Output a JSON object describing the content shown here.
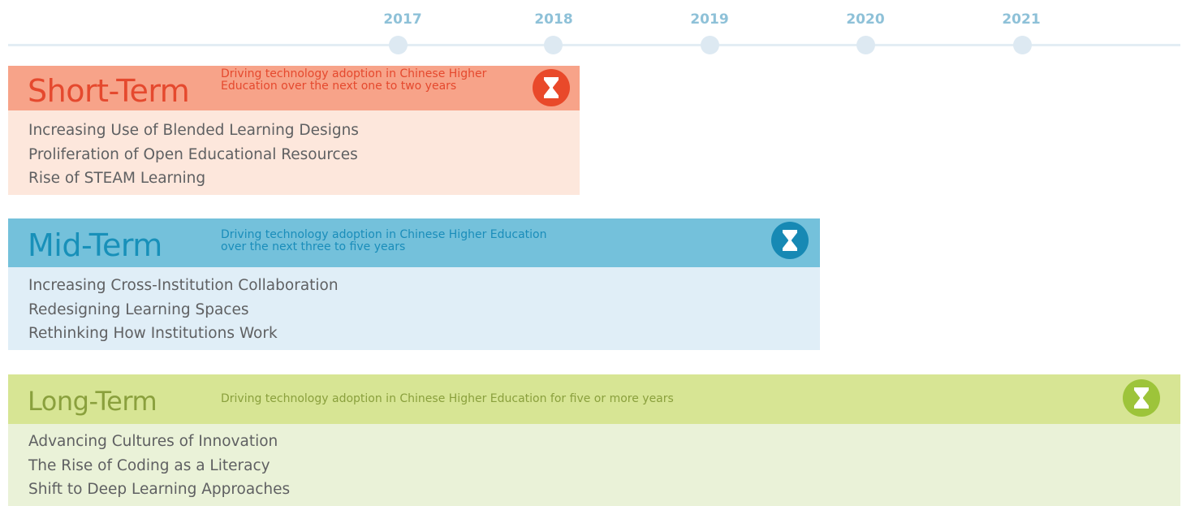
{
  "timeline": {
    "years": [
      "2017",
      "2018",
      "2019",
      "2020",
      "2021"
    ]
  },
  "terms": [
    {
      "title": "Short-Term",
      "description_lines": [
        "Driving technology adoption in Chinese Higher",
        "Education over the next one to two years"
      ],
      "items": [
        "Increasing Use of Blended Learning Designs",
        "Proliferation of Open Educational Resources",
        "Rise of STEAM Learning"
      ],
      "icon": "hourglass-icon",
      "colors": {
        "accent": "#e9492a",
        "header": "#f7a389",
        "body": "#fde7dc"
      }
    },
    {
      "title": "Mid-Term",
      "description_lines": [
        "Driving technology adoption in Chinese Higher Education",
        "over the next three to five years"
      ],
      "items": [
        "Increasing Cross-Institution Collaboration",
        "Redesigning Learning Spaces",
        "Rethinking How Institutions Work"
      ],
      "icon": "hourglass-icon",
      "colors": {
        "accent": "#1789b4",
        "header": "#74c1db",
        "body": "#e0eef7"
      }
    },
    {
      "title": "Long-Term",
      "description_lines": [
        "Driving technology adoption in Chinese Higher Education for five or more years"
      ],
      "items": [
        "Advancing Cultures of Innovation",
        "The Rise of Coding as a Literacy",
        "Shift to Deep Learning Approaches"
      ],
      "icon": "hourglass-icon",
      "colors": {
        "accent": "#9dc43a",
        "header": "#d7e594",
        "body": "#eaf2d8"
      }
    }
  ]
}
